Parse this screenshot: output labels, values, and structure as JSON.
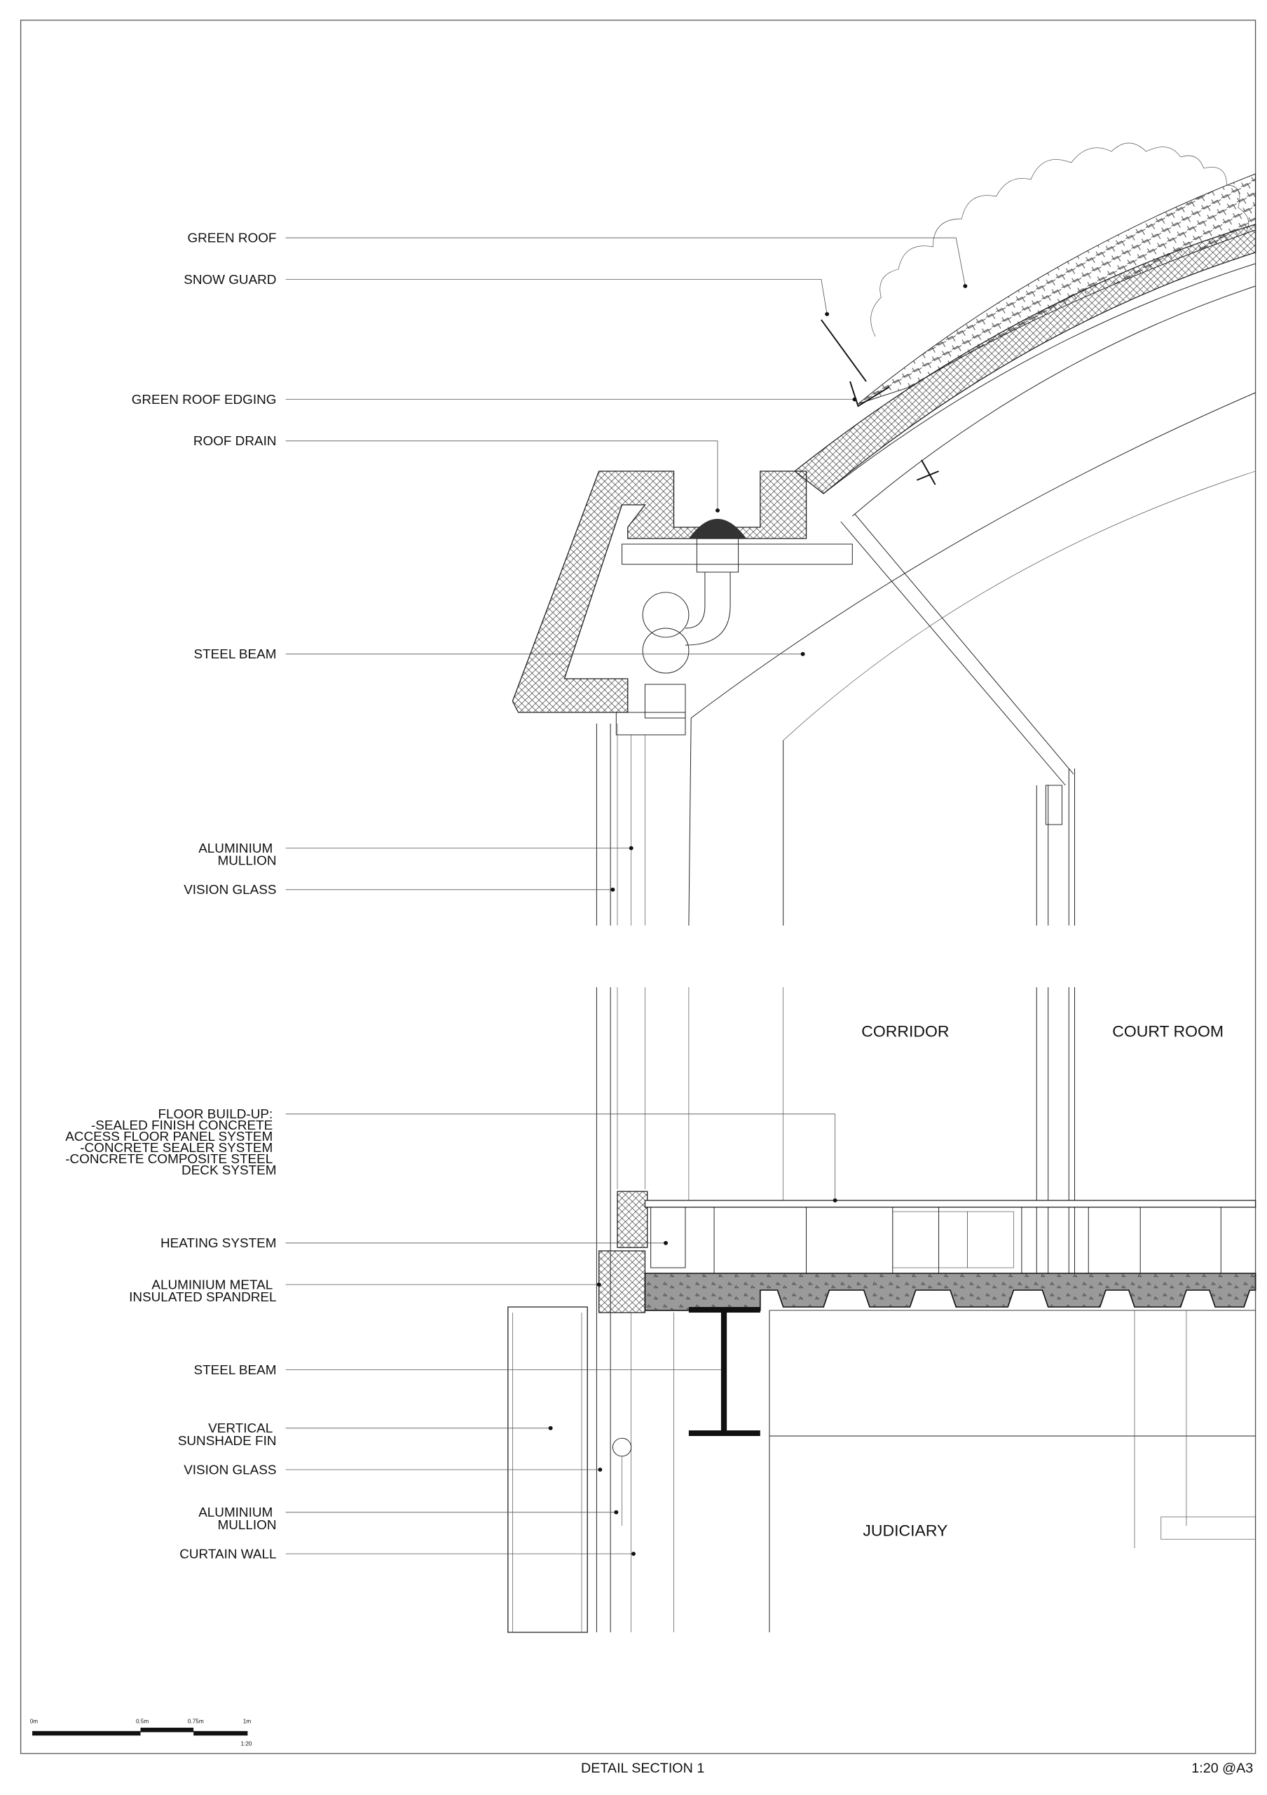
{
  "labels": {
    "green_roof": "GREEN ROOF",
    "snow_guard": "SNOW GUARD",
    "green_roof_edging": "GREEN ROOF EDGING",
    "roof_drain": "ROOF DRAIN",
    "steel_beam_upper": "STEEL BEAM",
    "alu_mullion_upper": [
      "ALUMINIUM",
      "MULLION"
    ],
    "vision_glass_upper": "VISION GLASS",
    "floor_buildup": [
      "FLOOR BUILD-UP:",
      "-SEALED FINISH CONCRETE",
      "ACCESS FLOOR PANEL SYSTEM",
      "-CONCRETE SEALER SYSTEM",
      "-CONCRETE COMPOSITE STEEL",
      "DECK SYSTEM"
    ],
    "heating_system": "HEATING SYSTEM",
    "spandrel": [
      "ALUMINIUM METAL",
      "INSULATED SPANDREL"
    ],
    "steel_beam_lower": "STEEL BEAM",
    "sunshade_fin": [
      "VERTICAL",
      "SUNSHADE FIN"
    ],
    "vision_glass_lower": "VISION GLASS",
    "alu_mullion_lower": [
      "ALUMINIUM",
      "MULLION"
    ],
    "curtain_wall": "CURTAIN WALL"
  },
  "rooms": {
    "corridor": "CORRIDOR",
    "court_room": "COURT ROOM",
    "judiciary": "JUDICIARY"
  },
  "scale_bar": {
    "ticks": [
      "0m",
      "0.5m",
      "0.75m",
      "1m"
    ],
    "scale": "1:20"
  },
  "footer": {
    "title": "DETAIL SECTION 1",
    "scale": "1:20 @A3"
  }
}
